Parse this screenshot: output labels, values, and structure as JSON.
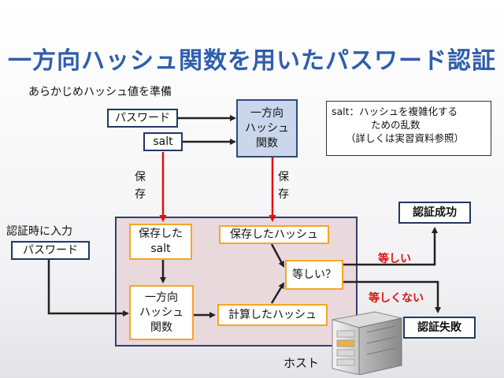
{
  "title": "一方向ハッシュ関数を用いたパスワード認証",
  "prep_label": "あらかじめハッシュ値を準備",
  "prep": {
    "password": "パスワード",
    "salt": "salt",
    "hash_function_lines": [
      "一方向",
      "ハッシュ",
      "関数"
    ]
  },
  "note_lines": [
    "salt：ハッシュを複雑化する",
    "ための乱数",
    "（詳しくは実習資料参照）"
  ],
  "store_label_left": [
    "保",
    "存"
  ],
  "store_label_right": [
    "保",
    "存"
  ],
  "auth_input_label": "認証時に入力",
  "auth_password": "パスワード",
  "host": {
    "stored_salt_lines": [
      "保存した",
      "salt"
    ],
    "stored_hash": "保存したハッシュ",
    "hash_function_lines": [
      "一方向",
      "ハッシュ",
      "関数"
    ],
    "computed_hash": "計算したハッシュ",
    "compare": "等しい？",
    "label": "ホスト"
  },
  "equal_label": "等しい",
  "not_equal_label": "等しくない",
  "result_success": "認証成功",
  "result_failure": "認証失敗",
  "colors": {
    "title": "#2f5eac",
    "arrow_red": "#e01010",
    "arrow_dark": "#222222",
    "box_orange": "#f5a623",
    "host_fill": "#ead9dc",
    "hash_box_fill": "#c9d6ec"
  }
}
